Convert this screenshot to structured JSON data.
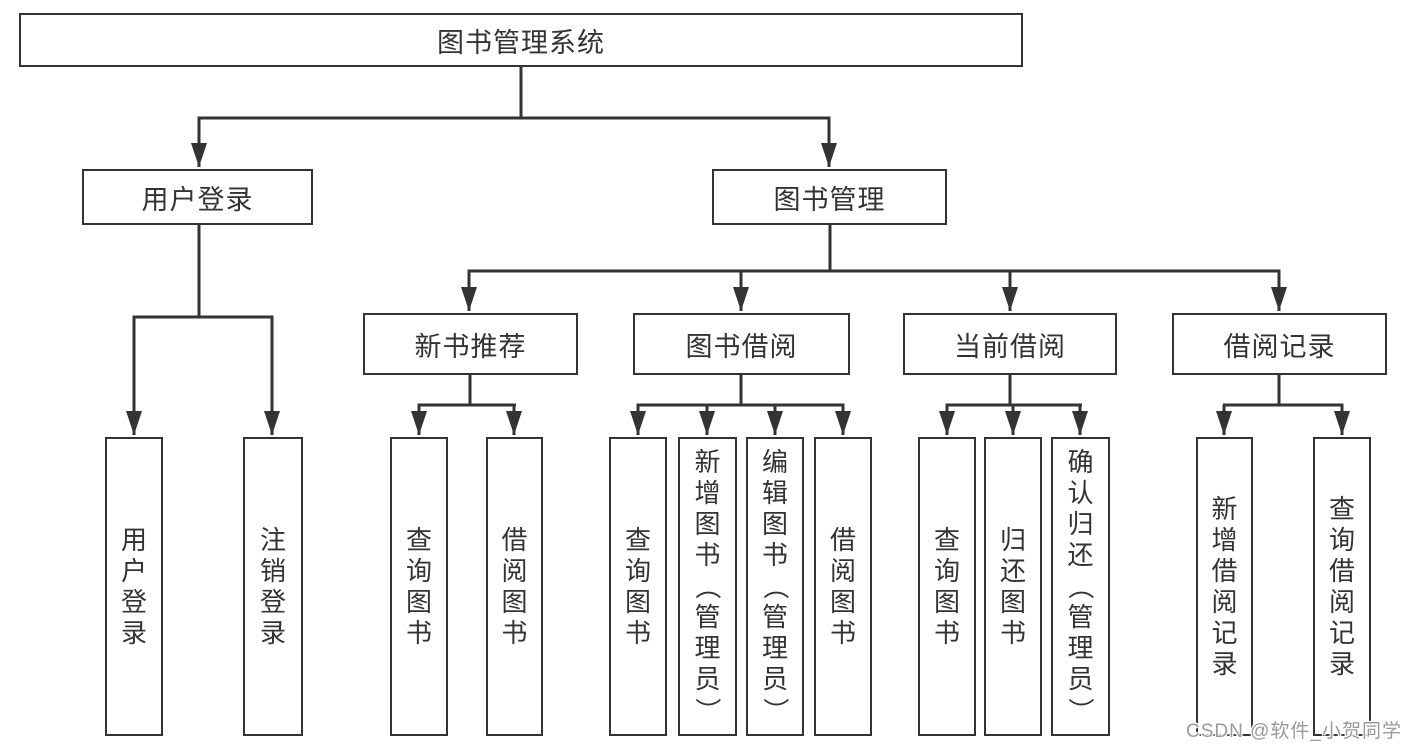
{
  "diagram": {
    "root": {
      "label": "图书管理系统"
    },
    "level2": [
      {
        "label": "用户登录"
      },
      {
        "label": "图书管理"
      }
    ],
    "level3": [
      {
        "label": "新书推荐"
      },
      {
        "label": "图书借阅"
      },
      {
        "label": "当前借阅"
      },
      {
        "label": "借阅记录"
      }
    ],
    "leaves": {
      "user_login": [
        "用户登录",
        "注销登录"
      ],
      "new_book_recommend": [
        "查询图书",
        "借阅图书"
      ],
      "book_borrow": [
        "查询图书",
        "新增图书（管理员）",
        "编辑图书（管理员）",
        "借阅图书"
      ],
      "current_borrow": [
        "查询图书",
        "归还图书",
        "确认归还（管理员）"
      ],
      "borrow_record": [
        "新增借阅记录",
        "查询借阅记录"
      ]
    }
  },
  "watermark": "CSDN @软件_小贺同学",
  "colors": {
    "line": "#333333",
    "text": "#333333",
    "watermark": "#9a9a9a",
    "background": "#ffffff"
  }
}
